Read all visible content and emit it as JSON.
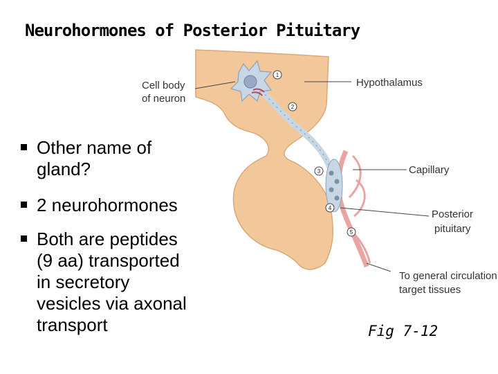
{
  "title": "Neurohormones of Posterior Pituitary",
  "bullets": [
    {
      "line1": "Other name of",
      "line2": "gland?"
    },
    {
      "line1": "2 neurohormones"
    },
    {
      "line1": "Both are peptides",
      "line2": "(9 aa) transported",
      "line3": "in secretory",
      "line4": "vesicles via axonal",
      "line5": "transport"
    }
  ],
  "diagram": {
    "labels": {
      "cell_body_1": "Cell body",
      "cell_body_2": "of neuron",
      "hypothalamus": "Hypothalamus",
      "capillary": "Capillary",
      "posterior_1": "Posterior",
      "posterior_2": "pituitary",
      "circulation_1": "To general circulation,",
      "circulation_2": "target tissues"
    },
    "steps": [
      "1",
      "2",
      "3",
      "4",
      "5"
    ],
    "colors": {
      "tissue": "#f2c89a",
      "tissue_edge": "#d9a878",
      "axon": "#c8d7e6",
      "capillary": "#e9a4a4"
    }
  },
  "caption": "Fig 7-12"
}
